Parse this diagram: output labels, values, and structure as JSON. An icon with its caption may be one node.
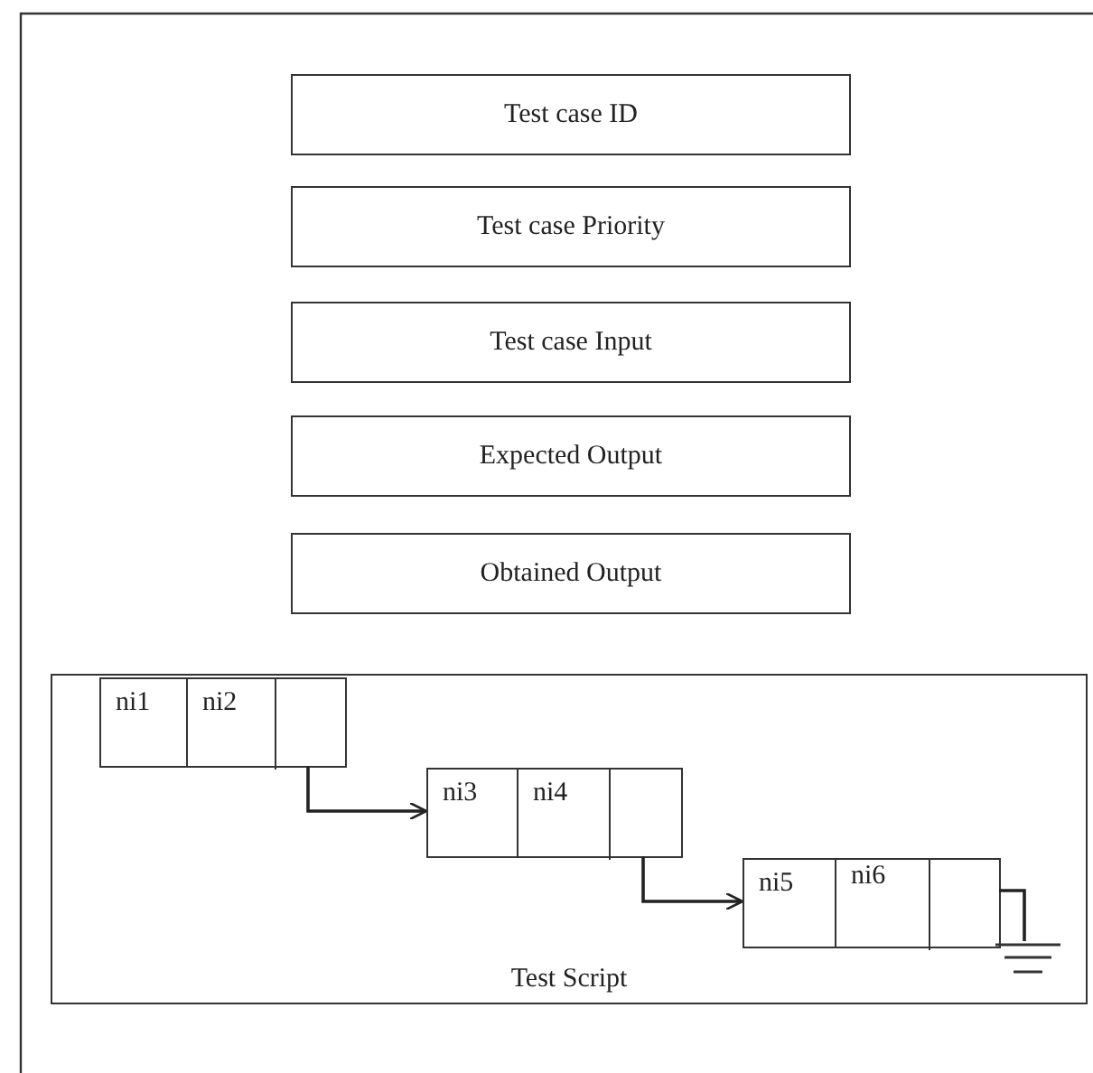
{
  "diagram": {
    "nodes": [
      {
        "text": [
          "Test case ID"
        ]
      },
      {
        "text": [
          "Test case  Priority"
        ]
      },
      {
        "text": [
          "Test case Input"
        ]
      },
      {
        "text": [
          "Expected Output"
        ]
      },
      {
        "text": [
          "Obtained Output"
        ]
      },
      {
        "text": [
          "Test Script"
        ]
      },
      {
        "text": [
          "ni1",
          "ni2"
        ],
        "in": 5
      },
      {
        "text": [],
        "shape": "box",
        "in": 6
      },
      {
        "text": [
          "ni3",
          "ni4"
        ],
        "in": 5
      },
      {
        "text": [],
        "shape": "box",
        "in": 8
      },
      {
        "text": [
          "ni5",
          "ni6"
        ],
        "in": 5
      },
      {
        "text": [],
        "shape": "box",
        "in": 10
      },
      {
        "text": [],
        "shape": "ground",
        "in": 5
      }
    ],
    "edges": [
      {
        "from": 7,
        "to": 8,
        "arrow": "to"
      },
      {
        "from": 9,
        "to": 10,
        "arrow": "to"
      },
      {
        "from": 11,
        "to": 12,
        "arrow": "none"
      }
    ]
  }
}
